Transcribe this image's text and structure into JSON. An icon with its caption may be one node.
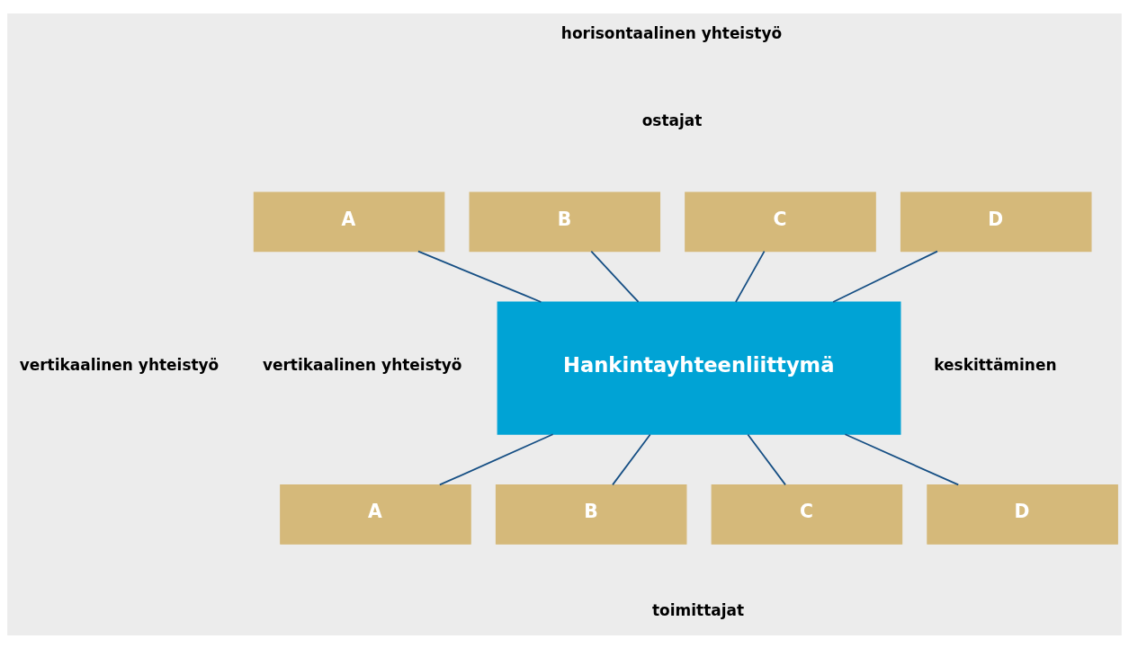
{
  "diagram": {
    "nodes": [
      {
        "text": [
          "A"
        ]
      },
      {
        "text": [
          "B"
        ]
      },
      {
        "text": [
          "C"
        ]
      },
      {
        "text": [
          "D"
        ]
      },
      {
        "text": [
          "Hankintayhteenliittymä"
        ]
      },
      {
        "text": [
          "A"
        ]
      },
      {
        "text": [
          "B"
        ]
      },
      {
        "text": [
          "C"
        ]
      },
      {
        "text": [
          "D"
        ]
      }
    ],
    "edges": [
      {
        "from": 0,
        "to": 4,
        "arrow": "none"
      },
      {
        "from": 1,
        "to": 4,
        "arrow": "none"
      },
      {
        "from": 2,
        "to": 4,
        "arrow": "none"
      },
      {
        "from": 3,
        "to": 4,
        "arrow": "none"
      },
      {
        "from": 4,
        "to": 5,
        "arrow": "none"
      },
      {
        "from": 4,
        "to": 6,
        "arrow": "none"
      },
      {
        "from": 4,
        "to": 7,
        "arrow": "none"
      },
      {
        "from": 4,
        "to": 8,
        "arrow": "none"
      }
    ],
    "labels": [
      "horisontaalinen yhteistyö",
      "ostajat",
      "vertikaalinen yhteistyö",
      "vertikaalinen yhteistyö",
      "keskittäminen",
      "toimittajat"
    ]
  }
}
